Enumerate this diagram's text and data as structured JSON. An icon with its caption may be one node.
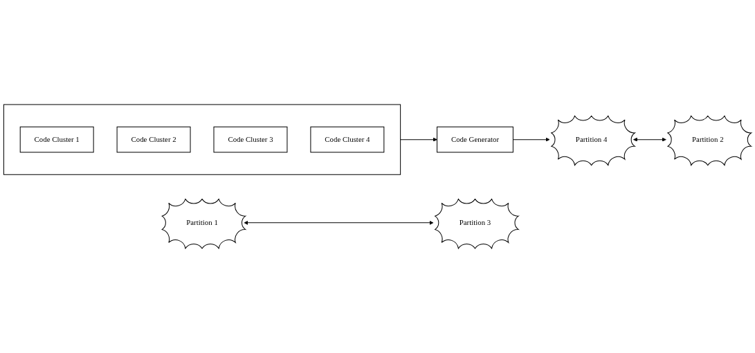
{
  "diagram": {
    "nodes": [
      {
        "text": [],
        "shape": "box"
      },
      {
        "text": [
          "Code Cluster 1"
        ],
        "in": 0
      },
      {
        "text": [
          "Code Cluster 2"
        ],
        "in": 0
      },
      {
        "text": [
          "Code Cluster 3"
        ],
        "in": 0
      },
      {
        "text": [
          "Code Cluster 4"
        ],
        "in": 0
      },
      {
        "text": [
          "Code Generator"
        ]
      },
      {
        "text": [
          "Partition 1"
        ]
      },
      {
        "text": [
          "Partition 2"
        ]
      },
      {
        "text": [
          "Partition 4"
        ]
      },
      {
        "text": [
          "Partition 3"
        ]
      }
    ],
    "edges": [
      {
        "from": 0,
        "to": 5,
        "arrow": "to"
      },
      {
        "from": 5,
        "to": 8,
        "arrow": "to"
      },
      {
        "from": 6,
        "to": 9,
        "arrow": "both"
      },
      {
        "from": 8,
        "to": 7,
        "arrow": "both"
      }
    ]
  }
}
